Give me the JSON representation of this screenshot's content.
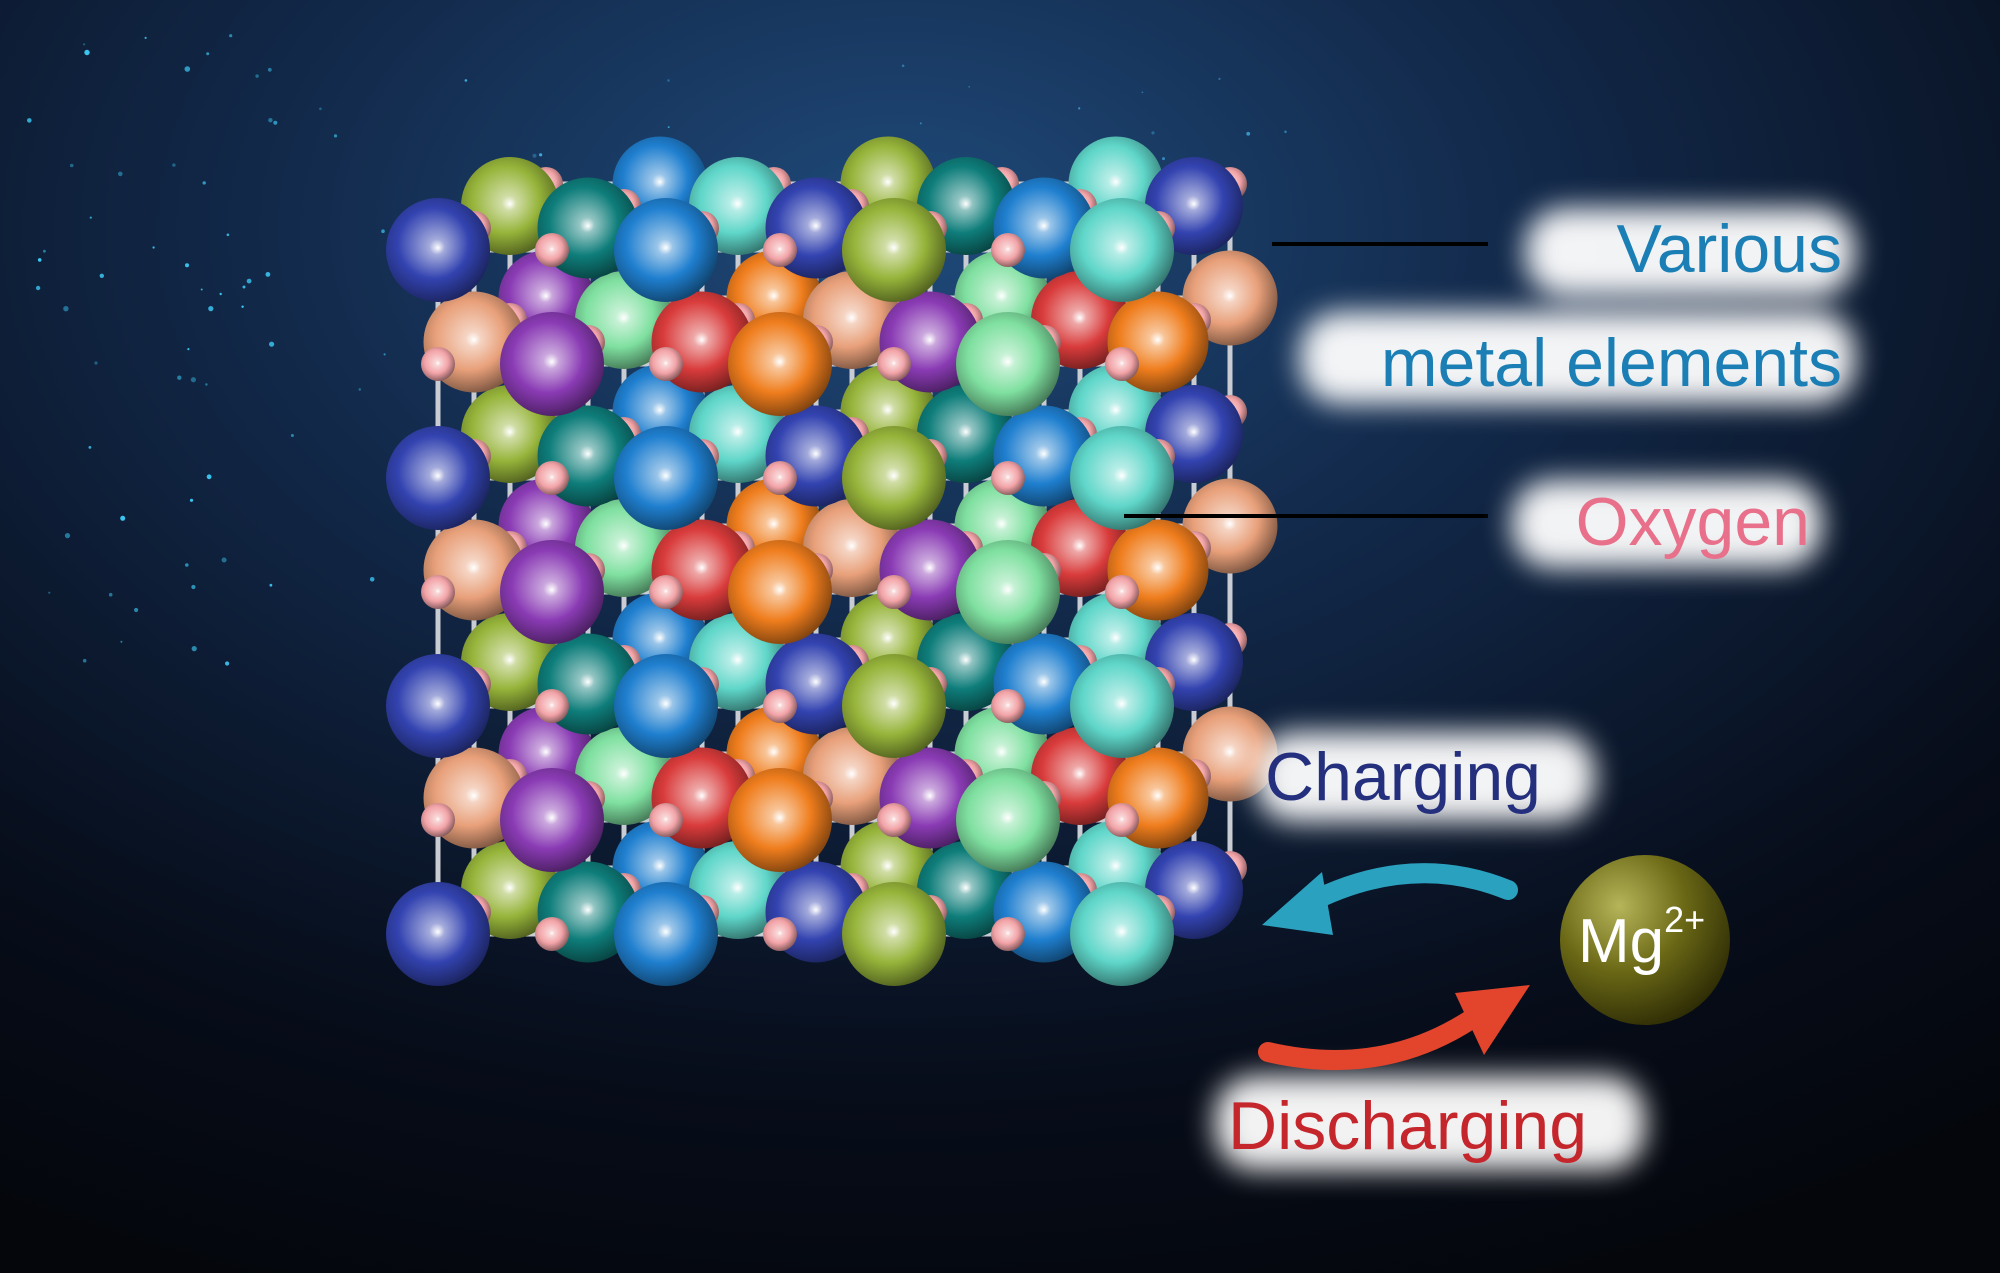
{
  "labels": {
    "metal_line1": "Various",
    "metal_line2": "metal elements",
    "oxygen": "Oxygen",
    "charging": "Charging",
    "discharging": "Discharging",
    "ion_symbol": "Mg",
    "ion_charge": "2+"
  },
  "colors": {
    "background_top": "#14305a",
    "background_bottom": "#05070d",
    "metal_label": "#1b7fb5",
    "oxygen_label": "#e8708a",
    "charging_label": "#24307e",
    "discharging_label": "#c4262c",
    "charging_arrow": "#2ba1c0",
    "discharging_arrow": "#e2452c",
    "oxygen_atom": "#f2a3a7",
    "mg_ion": "#6c6a16",
    "bond": "#c9ccd2",
    "metal_palette": [
      "#8ccf2a",
      "#ef7d1d",
      "#2bbccb",
      "#1f7fcf",
      "#c0309a",
      "#8a3bb4",
      "#2f9c3c",
      "#3343b0",
      "#d9a3dd",
      "#d93b3b",
      "#a5782a",
      "#0e7d7a",
      "#c7c43a",
      "#e8a07a",
      "#1a5fa0",
      "#5fd6c9",
      "#b85a2a",
      "#7fe0a0",
      "#d46a8a",
      "#96b43a"
    ]
  }
}
